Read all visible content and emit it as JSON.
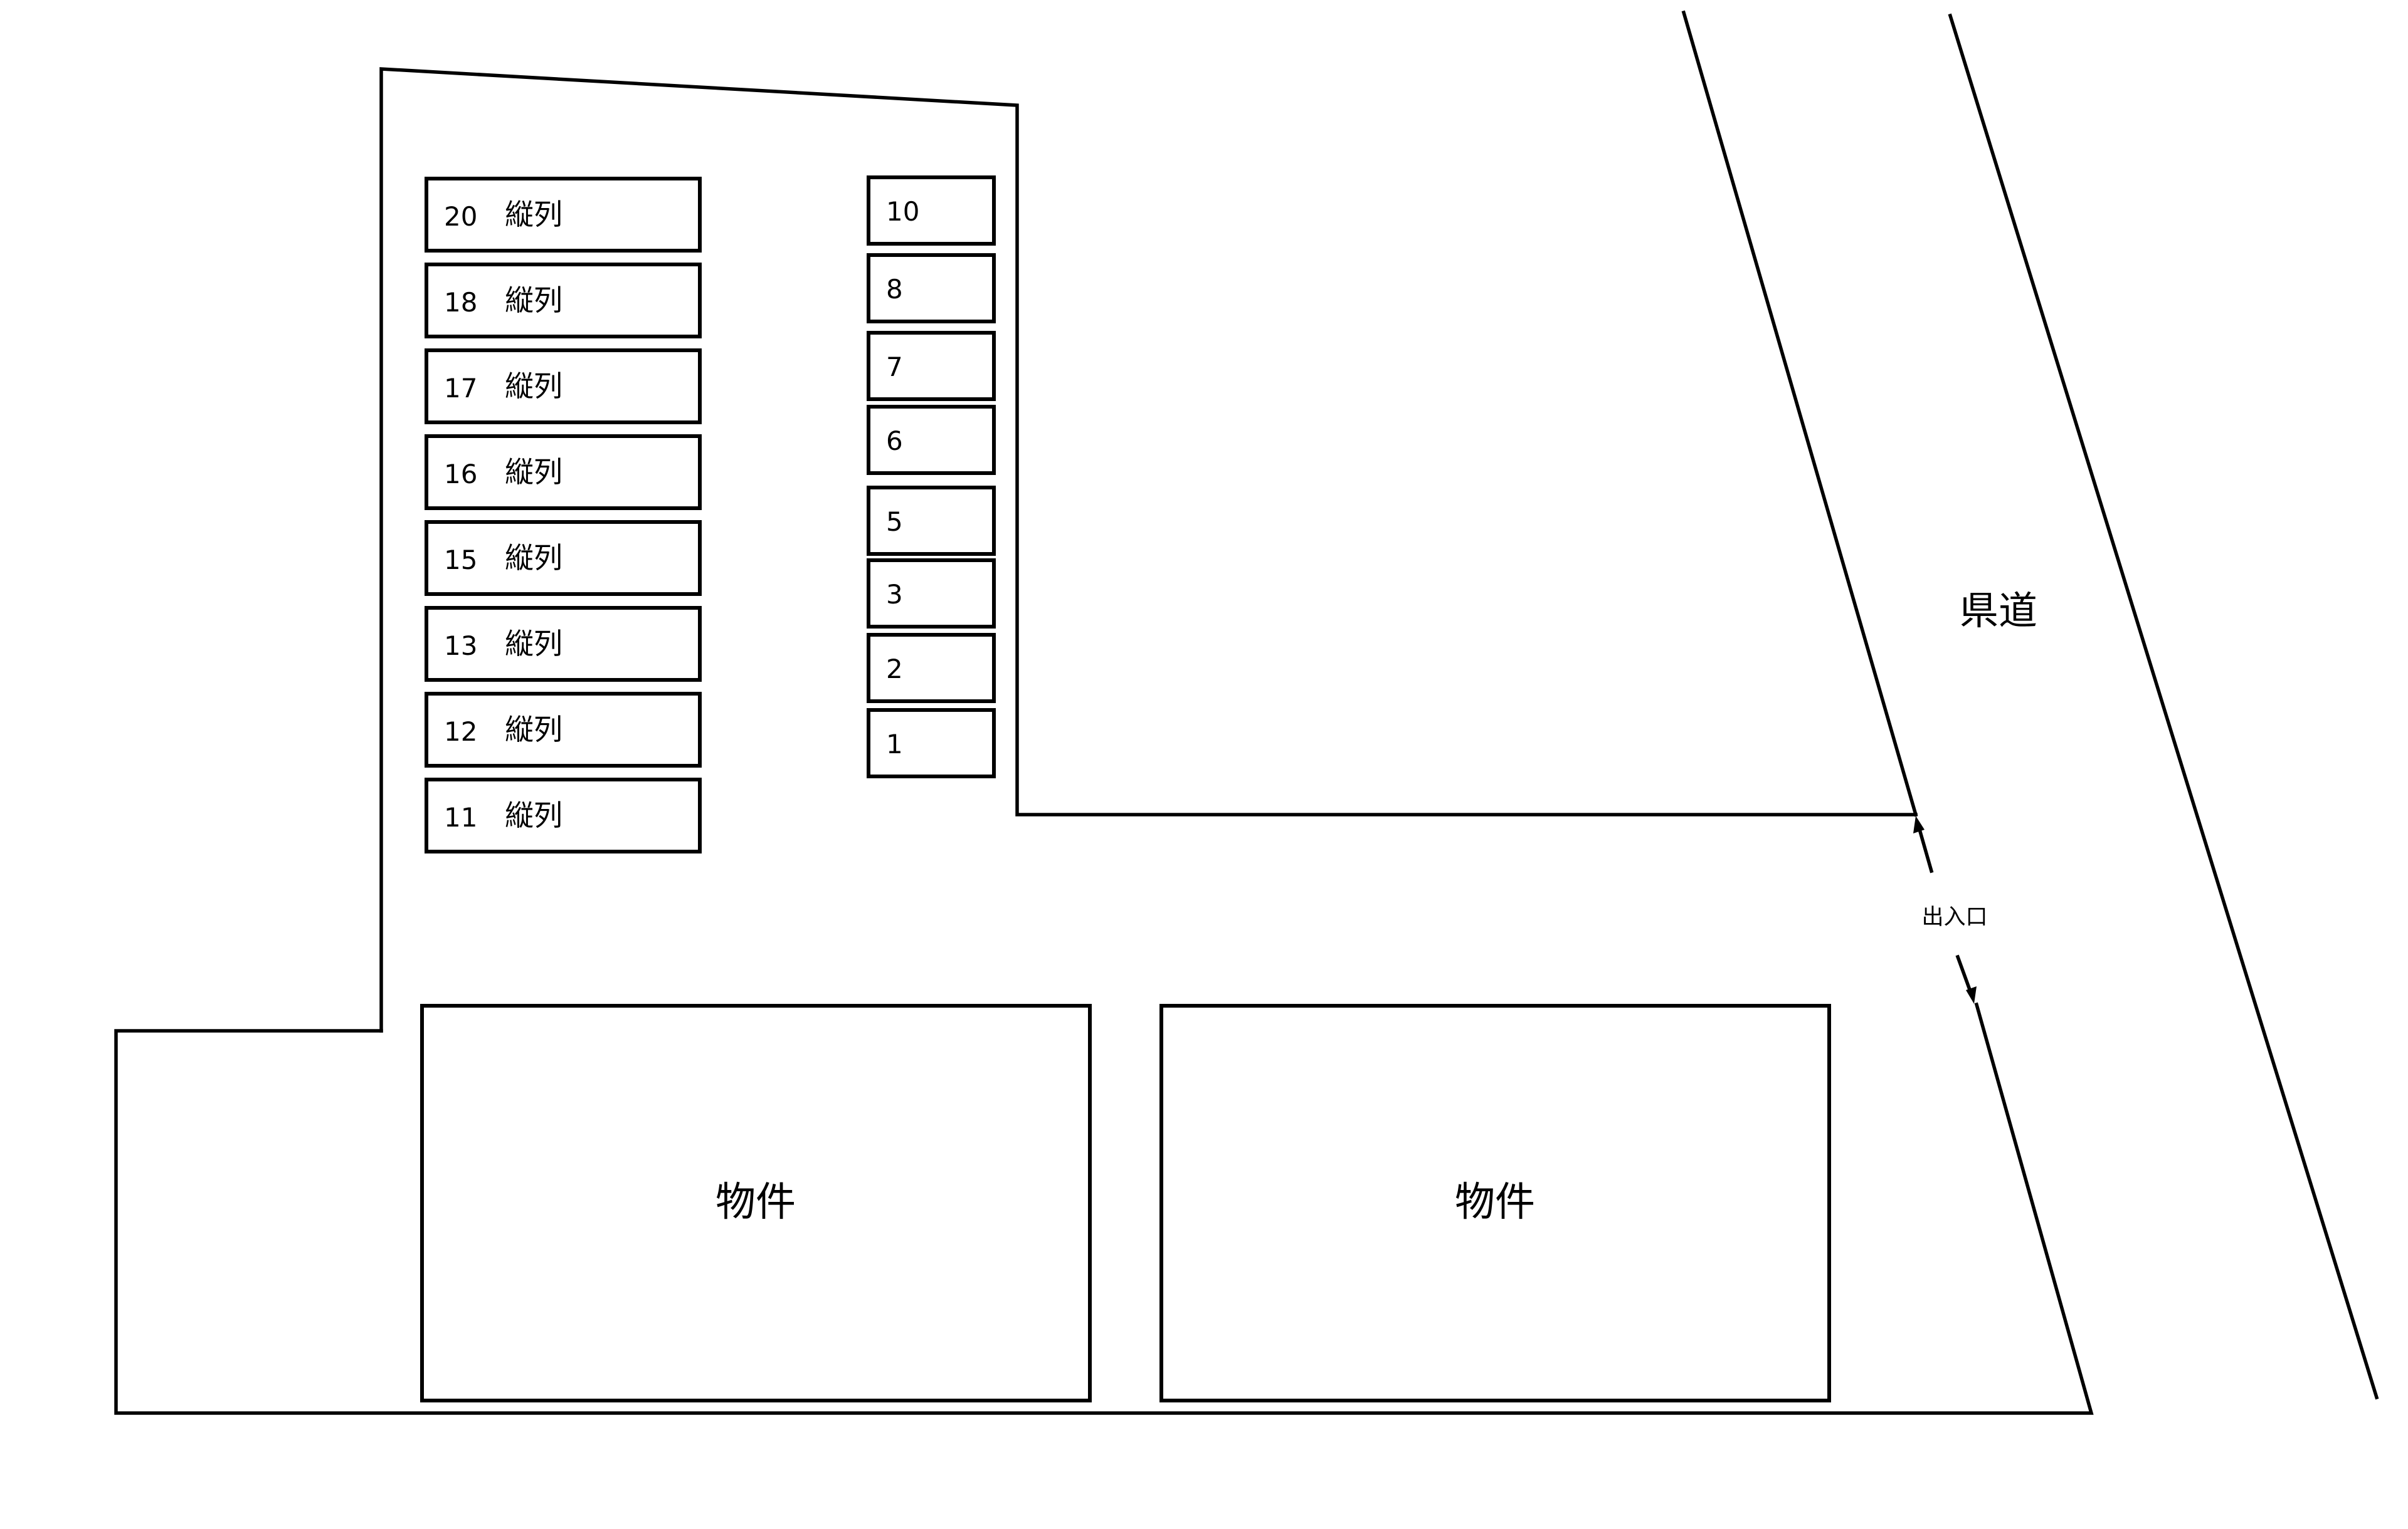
{
  "parking_lot_map": {
    "road_label": "県道",
    "entrance_label": "出入口",
    "buildings": [
      {
        "label": "物件"
      },
      {
        "label": "物件"
      }
    ],
    "left_column_spaces": [
      {
        "number": "20",
        "note": "縦列"
      },
      {
        "number": "18",
        "note": "縦列"
      },
      {
        "number": "17",
        "note": "縦列"
      },
      {
        "number": "16",
        "note": "縦列"
      },
      {
        "number": "15",
        "note": "縦列"
      },
      {
        "number": "13",
        "note": "縦列"
      },
      {
        "number": "12",
        "note": "縦列"
      },
      {
        "number": "11",
        "note": "縦列"
      }
    ],
    "right_column_spaces": [
      {
        "number": "10"
      },
      {
        "number": "8"
      },
      {
        "number": "7"
      },
      {
        "number": "6"
      },
      {
        "number": "5"
      },
      {
        "number": "3"
      },
      {
        "number": "2"
      },
      {
        "number": "1"
      }
    ]
  }
}
